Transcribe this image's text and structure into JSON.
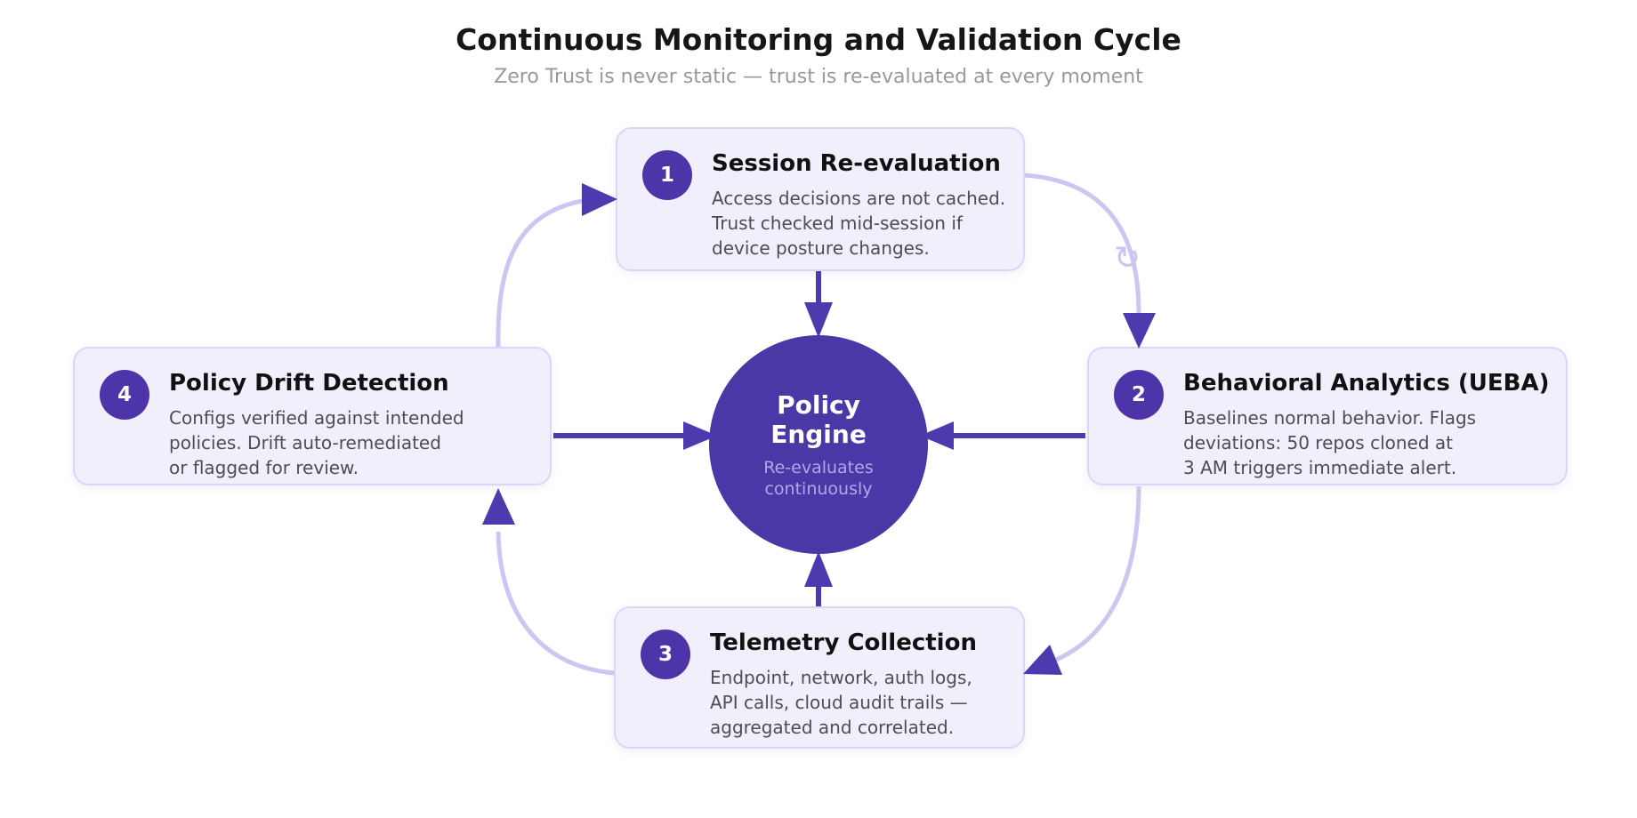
{
  "header": {
    "title": "Continuous Monitoring and Validation Cycle",
    "subtitle": "Zero Trust is never static — trust is re-evaluated at every moment"
  },
  "center": {
    "title": "Policy\nEngine",
    "subtitle": "Re-evaluates\ncontinuously"
  },
  "steps": [
    {
      "number": "1",
      "title": "Session Re-evaluation",
      "body": "Access decisions are not cached.\nTrust checked mid-session if\ndevice posture changes."
    },
    {
      "number": "2",
      "title": "Behavioral Analytics (UEBA)",
      "body": "Baselines normal behavior. Flags\ndeviations: 50 repos cloned at\n3 AM triggers immediate alert."
    },
    {
      "number": "3",
      "title": "Telemetry Collection",
      "body": "Endpoint, network, auth logs,\nAPI calls, cloud audit trails —\naggregated and correlated."
    },
    {
      "number": "4",
      "title": "Policy Drift Detection",
      "body": "Configs verified against intended\npolicies. Drift auto-remediated\nor flagged for review."
    }
  ],
  "icons": {
    "refresh": "↻"
  },
  "colors": {
    "accent_purple": "#4d35a9",
    "arrow_purple": "#4e3aae",
    "curve_lavender": "#cfc5f2",
    "card_background": "#f2effc",
    "card_border": "#ddd5f7",
    "circle_fill": "#4b38a6",
    "circle_subtext": "#b3a6e8"
  }
}
